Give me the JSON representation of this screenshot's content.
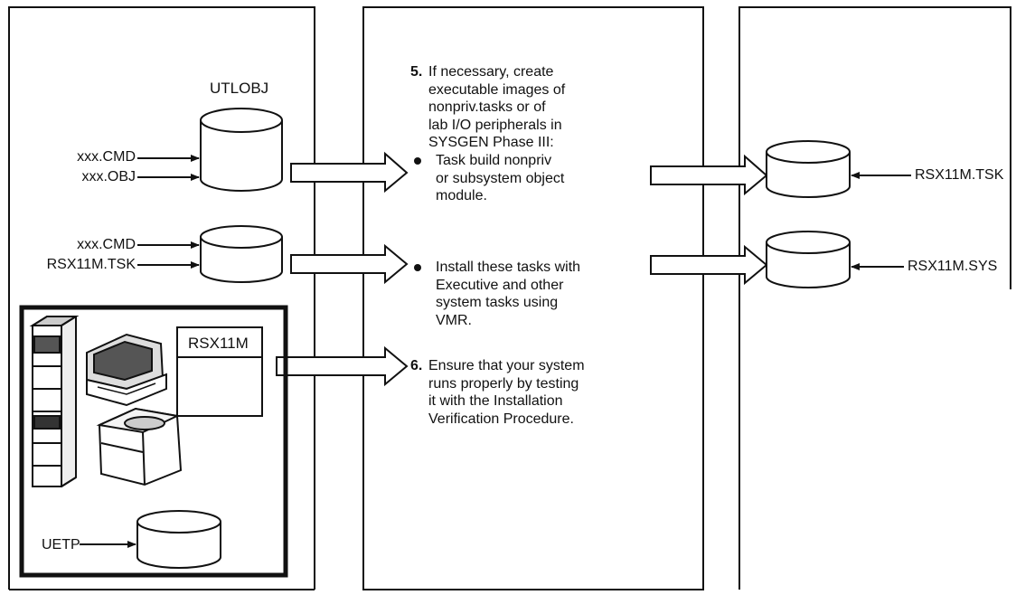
{
  "left_panel": {
    "disk_title": "UTLOBJ",
    "inputs_top": [
      "xxx.CMD",
      "xxx.OBJ"
    ],
    "inputs_mid": [
      "xxx.CMD",
      "RSX11M.TSK"
    ],
    "monitor_label": "RSX11M",
    "uetp_label": "UETP"
  },
  "middle_panel": {
    "step5": {
      "number": "5.",
      "lines": [
        "If necessary, create",
        "executable images of",
        "nonpriv.tasks or of",
        "lab I/O peripherals in",
        "SYSGEN Phase III:"
      ]
    },
    "bullet1": {
      "lines": [
        "Task build nonpriv",
        "or subsystem object",
        "module."
      ]
    },
    "bullet2": {
      "lines": [
        "Install these tasks with",
        "Executive and other",
        "system tasks using",
        "VMR."
      ]
    },
    "step6": {
      "number": "6.",
      "lines": [
        "Ensure that your system",
        "runs properly by testing",
        "it with the Installation",
        "Verification Procedure."
      ]
    }
  },
  "right_panel": {
    "outputs": [
      "RSX11M.TSK",
      "RSX11M.SYS"
    ]
  }
}
